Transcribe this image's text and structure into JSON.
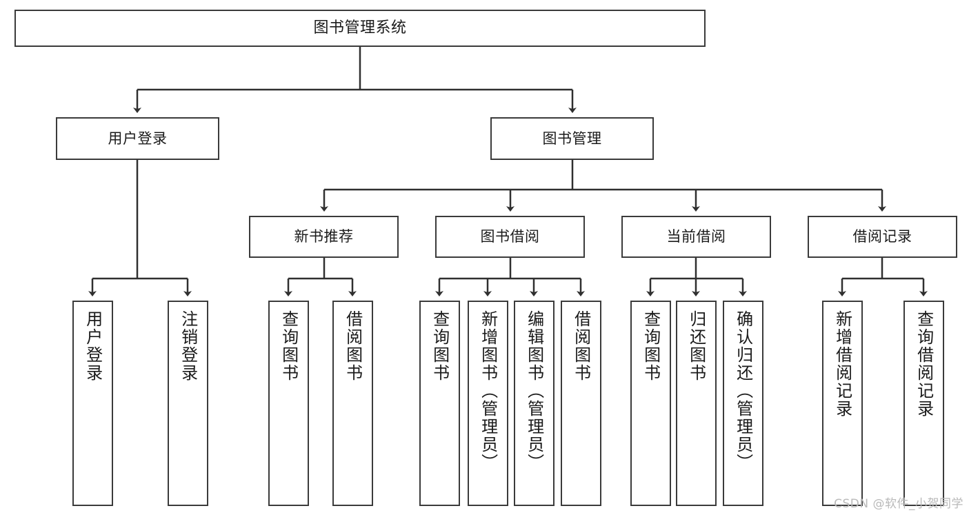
{
  "diagram": {
    "title": "图书管理系统",
    "type": "hierarchy-tree",
    "watermark": "CSDN @软件_小贺同学",
    "colors": {
      "background": "#ffffff",
      "box_border": "#3a3a3a",
      "box_fill": "#ffffff",
      "edge": "#2f2f2f",
      "text": "#1a1a1a",
      "watermark": "#b9b9b9"
    },
    "nodes": {
      "root": {
        "label": "图书管理系统"
      },
      "level1": [
        {
          "label": "用户登录"
        },
        {
          "label": "图书管理"
        }
      ],
      "level2": [
        {
          "label": "新书推荐"
        },
        {
          "label": "图书借阅"
        },
        {
          "label": "当前借阅"
        },
        {
          "label": "借阅记录"
        }
      ],
      "leaves": {
        "user_login": [
          {
            "label": "用户登录"
          },
          {
            "label": "注销登录"
          }
        ],
        "new_book": [
          {
            "label": "查询图书"
          },
          {
            "label": "借阅图书"
          }
        ],
        "book_borrow": [
          {
            "label": "查询图书"
          },
          {
            "label": "新增图书（管理员）"
          },
          {
            "label": "编辑图书（管理员）"
          },
          {
            "label": "借阅图书"
          }
        ],
        "current_borrow": [
          {
            "label": "查询图书"
          },
          {
            "label": "归还图书"
          },
          {
            "label": "确认归还（管理员）"
          }
        ],
        "borrow_record": [
          {
            "label": "新增借阅记录"
          },
          {
            "label": "查询借阅记录"
          }
        ]
      }
    }
  }
}
